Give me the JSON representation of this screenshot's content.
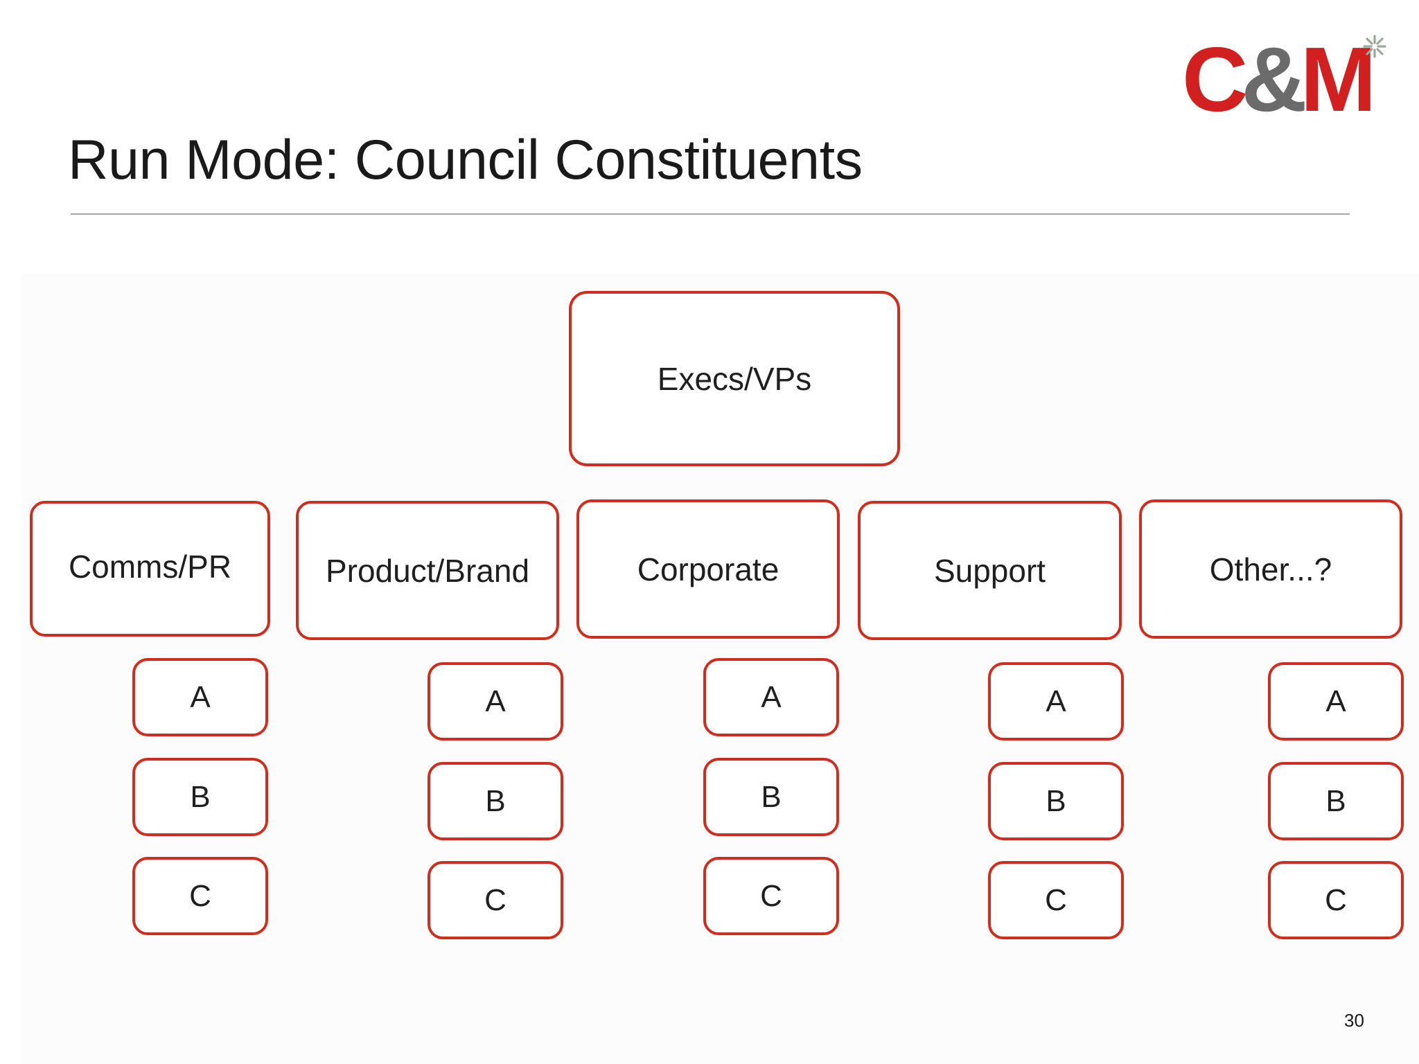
{
  "slide": {
    "title": "Run Mode: Council Constituents",
    "page_number": "30",
    "logo": {
      "text_c": "C",
      "text_amp": "&",
      "text_m": "M",
      "icon": "asterisk-icon",
      "brand_color": "#d21f1f",
      "secondary_color": "#6b6b6b"
    }
  },
  "diagram": {
    "root": "Execs/VPs",
    "categories": [
      {
        "label": "Comms/PR",
        "items": [
          "A",
          "B",
          "C"
        ]
      },
      {
        "label": "Product/Brand",
        "items": [
          "A",
          "B",
          "C"
        ]
      },
      {
        "label": "Corporate",
        "items": [
          "A",
          "B",
          "C"
        ]
      },
      {
        "label": "Support",
        "items": [
          "A",
          "B",
          "C"
        ]
      },
      {
        "label": "Other...?",
        "items": [
          "A",
          "B",
          "C"
        ]
      }
    ],
    "border_color": "#d22c1c"
  }
}
